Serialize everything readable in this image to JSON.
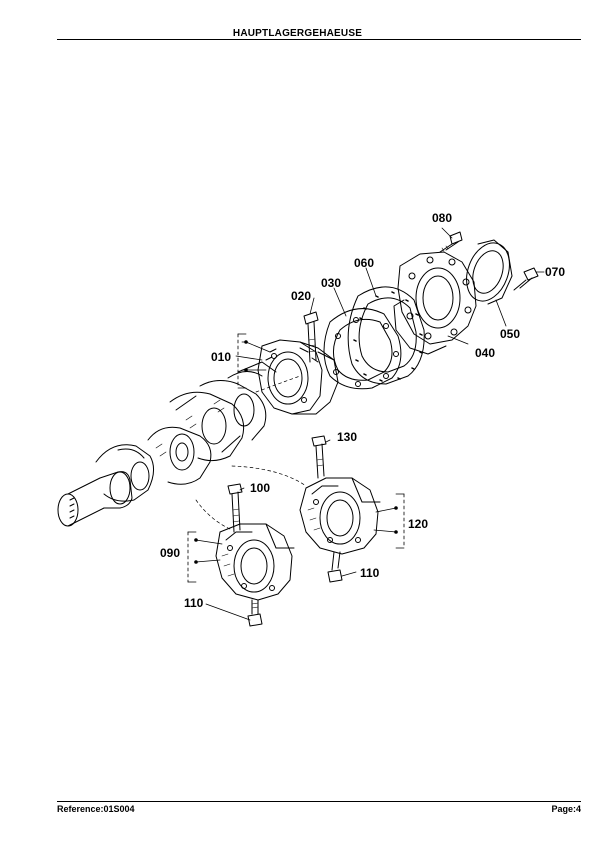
{
  "header": {
    "title": "HAUPTLAGERGEHAEUSE"
  },
  "footer": {
    "reference": "Reference:01S004",
    "page": "Page:4"
  },
  "diagram": {
    "callouts": {
      "c010": "010",
      "c020": "020",
      "c030": "030",
      "c040": "040",
      "c050": "050",
      "c060": "060",
      "c070": "070",
      "c080": "080",
      "c090": "090",
      "c100": "100",
      "c110a": "110",
      "c110b": "110",
      "c120": "120",
      "c130": "130"
    }
  }
}
